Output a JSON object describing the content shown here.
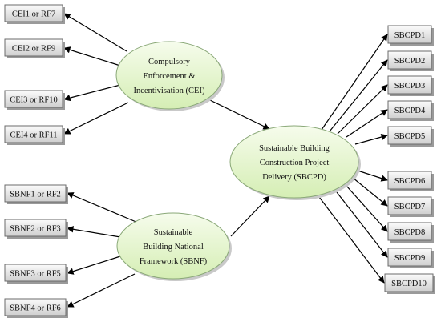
{
  "constructs": {
    "cei": {
      "lines": [
        "Compulsory",
        "Enforcement &",
        "Incentivisation (CEI)"
      ]
    },
    "sbnf": {
      "lines": [
        "Sustainable",
        "Building National",
        "Framework (SBNF)"
      ]
    },
    "sbcpd": {
      "lines": [
        "Sustainable Building",
        "Construction Project",
        "Delivery (SBCPD)"
      ]
    }
  },
  "indicators": {
    "cei": [
      "CEI1 or RF7",
      "CEI2 or RF9",
      "CEI3 or RF10",
      "CEI4 or RF11"
    ],
    "sbnf": [
      "SBNF1 or RF2",
      "SBNF2 or RF3",
      "SBNF3 or RF5",
      "SBNF4 or RF6"
    ],
    "sbcpd": [
      "SBCPD1",
      "SBCPD2",
      "SBCPD3",
      "SBCPD4",
      "SBCPD5",
      "SBCPD6",
      "SBCPD7",
      "SBCPD8",
      "SBCPD9",
      "SBCPD10"
    ]
  },
  "colors": {
    "ellipse_fill_light": "#f4fbe8",
    "ellipse_fill_dark": "#d7efb8",
    "box_fill_light": "#fafafa",
    "box_fill_dark": "#d0d0d0"
  }
}
